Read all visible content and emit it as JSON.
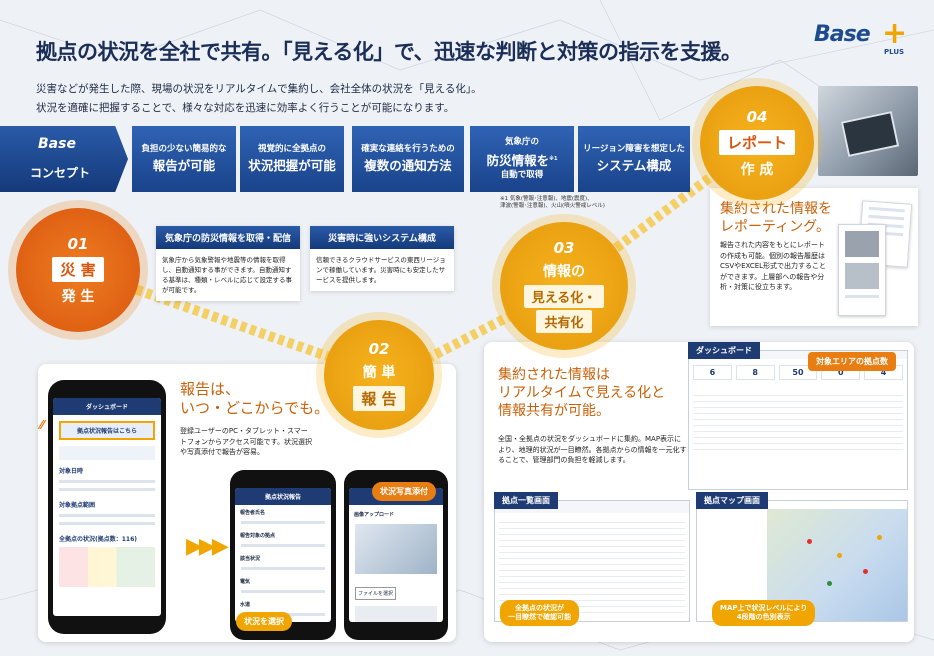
{
  "brand": {
    "logo_text": "Base",
    "logo_plus": "PLUS"
  },
  "headline": "拠点の状況を全社で共有。「見える化」で、迅速な判断と対策の指示を支援。",
  "intro": [
    "災害などが発生した際、現場の状況をリアルタイムで集約し、会社全体の状況を「見える化」。",
    "状況を適確に把握することで、様々な対応を迅速に効率よく行うことが可能になります。"
  ],
  "concept": {
    "label": "コンセプト",
    "logo": "Base",
    "items": [
      {
        "sub": "負担の少ない簡易的な",
        "main": "報告が可能"
      },
      {
        "sub": "視覚的に全拠点の",
        "main": "状況把握が可能"
      },
      {
        "sub": "確実な連絡を行うための",
        "main": "複数の通知方法"
      },
      {
        "sub": "気象庁の",
        "main": "防災情報を",
        "sub2": "自動で取得",
        "note_mark": "※1"
      },
      {
        "sub": "リージョン障害を想定した",
        "main": "システム構成"
      }
    ],
    "footnote": [
      "※1 気象(警報･注意報)、地震(震度)、",
      "津波(警報･注意報)、火山(噴火警戒レベル)"
    ]
  },
  "steps": {
    "s1": {
      "num": "01",
      "tag": "災 害",
      "sub": "発 生"
    },
    "s2": {
      "num": "02",
      "sub": "簡 単",
      "tag": "報 告"
    },
    "s3": {
      "num": "03",
      "sub": "情報の",
      "tag": "見える化・",
      "tag2": "共有化"
    },
    "s4": {
      "num": "04",
      "tag": "レポート",
      "sub": "作 成"
    }
  },
  "features": [
    {
      "title": "気象庁の防災情報を取得・配信",
      "text": "気象庁から気象警報や地震等の情報を取得し、自動通知する事ができます。自動通知する基準は、種類・レベルに応じて設定する事が可能です。"
    },
    {
      "title": "災害時に強いシステム構成",
      "text": "信頼できるクラウドサービスの東西リージョンで稼働しています。災害時にも安定したサービスを提供します。"
    }
  ],
  "report_panel": {
    "title": "報告は、\nいつ・どこからでも。",
    "text": "登録ユーザーのPC・タブレット・スマートフォンからアクセス可能です。状況選択や写真添付で報告が容易。",
    "pill_status": "状況を選択",
    "pill_photo": "状況写真添付",
    "phone1": {
      "header": "ダッシュボード",
      "notice": "拠点状況報告はこちら",
      "rows": [
        "対象日時",
        "対象拠点範囲",
        "全拠点の状況(拠点数：116)"
      ]
    },
    "phone2": {
      "header": "拠点状況報告",
      "rows": [
        "報告者氏名",
        "報告対象の拠点",
        "該当状況",
        "電気",
        "水道"
      ]
    },
    "phone3": {
      "header": "拠点状況報告",
      "rows": [
        "画像アップロード",
        "ファイルを選択"
      ]
    }
  },
  "share_panel": {
    "title": "集約された情報は\nリアルタイムで見える化と\n情報共有が可能。",
    "text": "全国・全拠点の状況をダッシュボードに集約。MAP表示により、地理的状況が一目瞭然。各拠点からの情報を一元化することで、管理部門の負担を軽減します。",
    "dashboard_tab": "ダッシュボード",
    "target_pill": "対象エリアの拠点数",
    "list_tab": "拠点一覧画面",
    "map_tab": "拠点マップ画面",
    "list_pill": "全拠点の状況が\n一目瞭然で確認可能",
    "map_pill": "MAP上で状況レベルにより\n4段階の色別表示",
    "dash_values": [
      "6",
      "8",
      "50",
      "0",
      "4"
    ]
  },
  "report_box": {
    "title": "集約された情報を\nレポーティング。",
    "text": "報告された内容をもとにレポートの作成も可能。個別の報告履歴はCSVやEXCEL形式で出力することができます。上層部への報告や分析・対策に役立ちます。"
  },
  "colors": {
    "navy": "#1e3b74",
    "orange": "#e87d12",
    "amber": "#f0a500"
  },
  "icons": [
    "tablet-photo-icon",
    "chevron-right-icon",
    "map-pin-icon"
  ]
}
